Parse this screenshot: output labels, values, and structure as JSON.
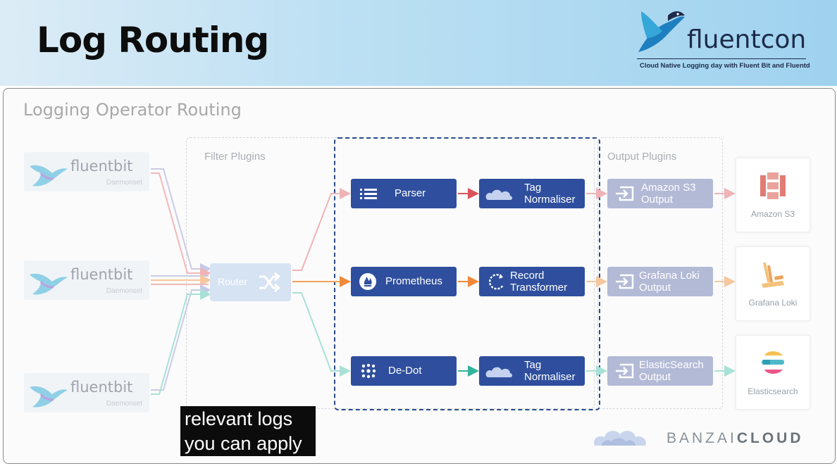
{
  "slide": {
    "title": "Log Routing",
    "logo": {
      "name_part1": "fluent",
      "name_part2": "con",
      "tagline": "Cloud Native Logging day with Fluent Bit and Fluentd"
    }
  },
  "panel": {
    "title": "Logging Operator Routing",
    "sources": [
      {
        "name": "fluentbit",
        "sub": "Daemonset"
      },
      {
        "name": "fluentbit",
        "sub": "Daemonset"
      },
      {
        "name": "fluentbit",
        "sub": "Daemonset"
      }
    ],
    "router_label": "Router",
    "filter_zone_label": "Filter Plugins",
    "output_zone_label": "Output Plugins",
    "filters": [
      {
        "label": "Parser",
        "icon": "list-icon"
      },
      {
        "label": "Prometheus",
        "icon": "flame-icon"
      },
      {
        "label": "De-Dot",
        "icon": "dots-grid-icon"
      }
    ],
    "transforms": [
      {
        "line1": "Tag",
        "line2": "Normaliser",
        "icon": "cloud-icon"
      },
      {
        "line1": "Record",
        "line2": "Transformer",
        "icon": "refresh-icon"
      },
      {
        "line1": "Tag",
        "line2": "Normaliser",
        "icon": "cloud-icon"
      }
    ],
    "outputs": [
      {
        "line1": "Amazon S3",
        "line2": "Output"
      },
      {
        "line1": "Grafana Loki",
        "line2": "Output"
      },
      {
        "line1": "ElasticSearch",
        "line2": "Output"
      }
    ],
    "destinations": [
      {
        "label": "Amazon S3",
        "icon": "s3-icon"
      },
      {
        "label": "Grafana Loki",
        "icon": "loki-icon"
      },
      {
        "label": "Elasticsearch",
        "icon": "elastic-icon"
      }
    ],
    "colors": {
      "red": "#e0787c",
      "orange": "#f2a35c",
      "teal": "#5fc8b4",
      "purple": "#9c9fd0",
      "node": "#2f4f9e"
    }
  },
  "brand": {
    "part1": "BANZAI",
    "part2": "CLOUD"
  },
  "caption": {
    "line1": "relevant logs",
    "line2": "you can apply"
  }
}
